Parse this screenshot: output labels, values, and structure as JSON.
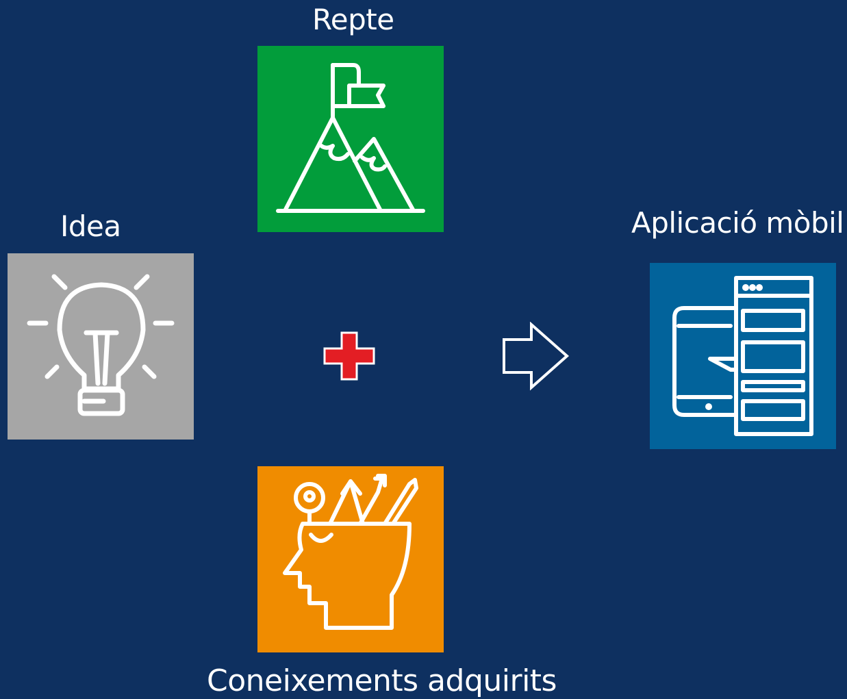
{
  "diagram": {
    "nodes": {
      "repte": {
        "label": "Repte",
        "color": "#029d3b",
        "icon": "mountain-flag-icon"
      },
      "idea": {
        "label": "Idea",
        "color": "#a6a6a6",
        "icon": "lightbulb-icon"
      },
      "app": {
        "label": "Aplicació mòbil",
        "color": "#02639b",
        "icon": "mobile-app-icon"
      },
      "coneixements": {
        "label": "Coneixements adquirits",
        "color": "#f08c00",
        "icon": "head-tools-icon"
      }
    },
    "operators": {
      "plus": {
        "icon": "plus-icon",
        "color": "#e31e24"
      },
      "arrow": {
        "icon": "arrow-right-icon",
        "color": "#ffffff"
      }
    },
    "background_color": "#0e3060"
  }
}
